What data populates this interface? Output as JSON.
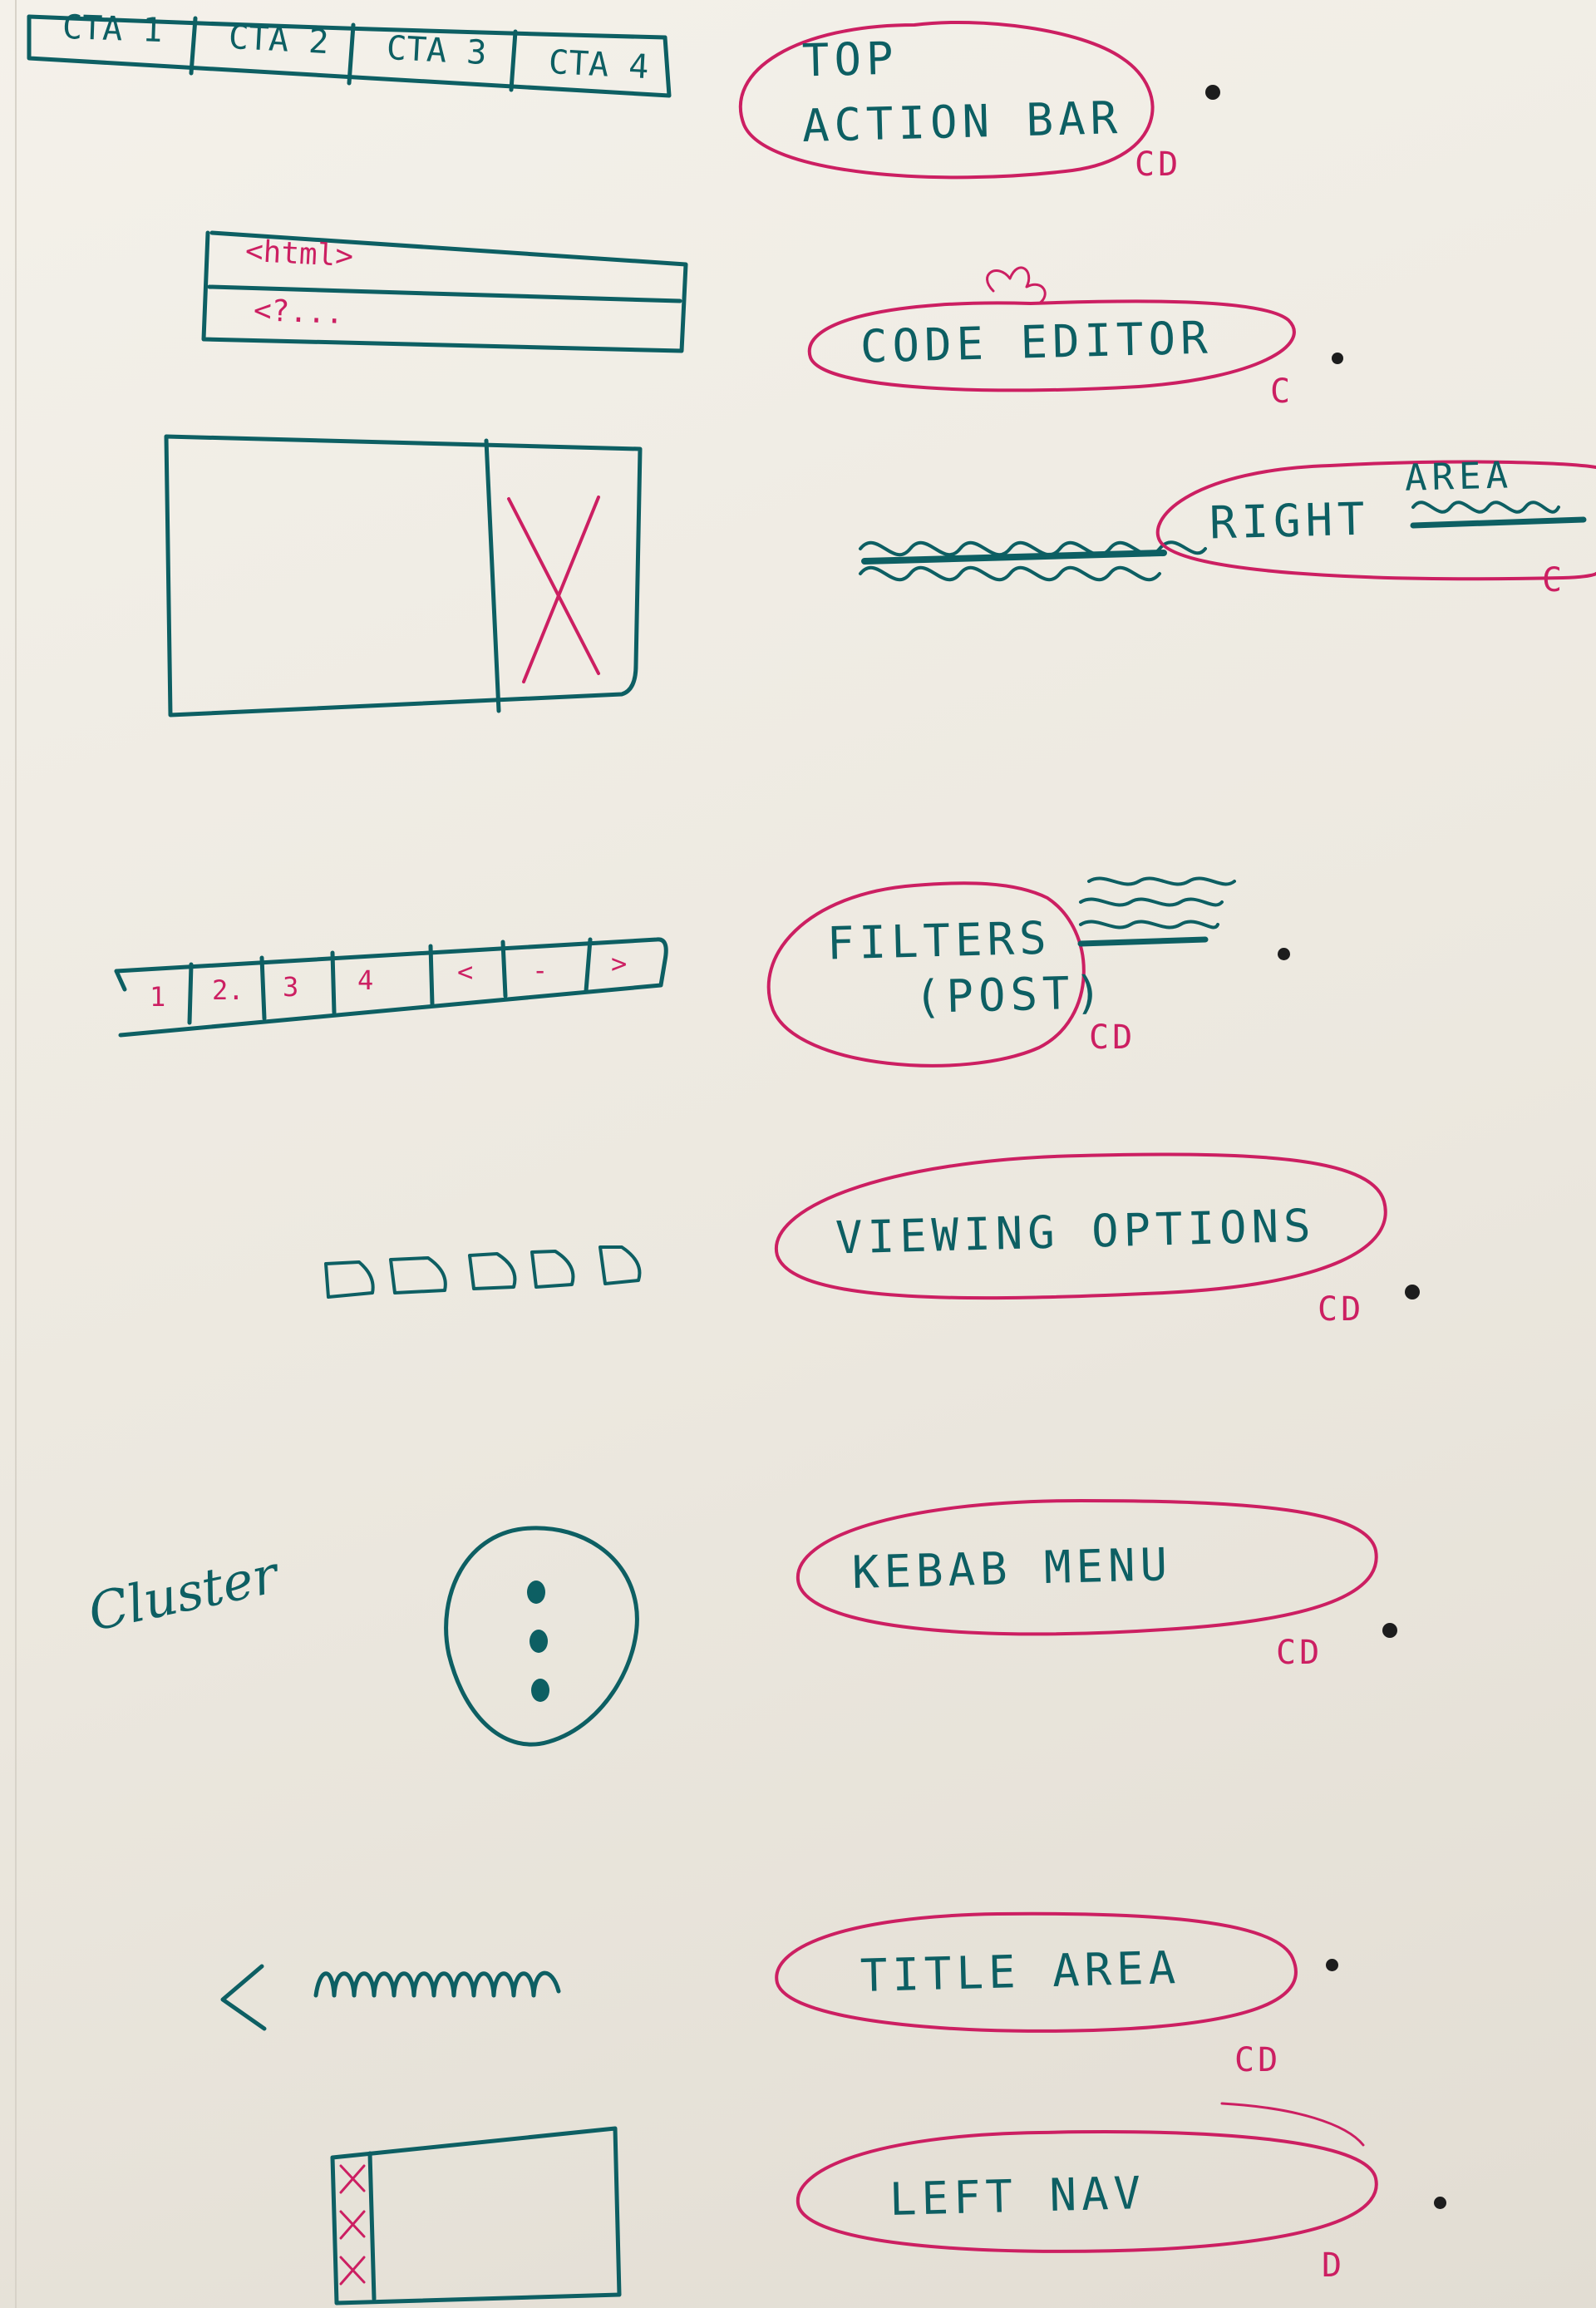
{
  "sketches": {
    "cta_bar": {
      "labels": [
        "CTA 1",
        "CTA 2",
        "CTA 3",
        "CTA 4"
      ]
    },
    "code_editor": {
      "line1": "<html>",
      "line2": "<?..."
    },
    "filters": {
      "cells": [
        "1",
        "2.",
        "3",
        "4",
        "<",
        "-",
        ">"
      ]
    },
    "cluster": {
      "label": "Cluster"
    }
  },
  "annotations": [
    {
      "id": "top_action_bar",
      "line1": "TOP",
      "line2": "ACTION BAR",
      "mark": "CD"
    },
    {
      "id": "code_editor",
      "line1": "CODE EDITOR",
      "mark": "C"
    },
    {
      "id": "right_area",
      "line1": "RIGHT",
      "line2": "AREA",
      "mark": "C"
    },
    {
      "id": "filters",
      "line1": "FILTERS",
      "line2": "(POST)",
      "mark": "CD"
    },
    {
      "id": "viewing_options",
      "line1": "VIEWING OPTIONS",
      "mark": "CD"
    },
    {
      "id": "kebab_menu",
      "line1": "KEBAB MENU",
      "mark": "CD"
    },
    {
      "id": "title_area",
      "line1": "TITLE AREA",
      "mark": "CD"
    },
    {
      "id": "left_nav",
      "line1": "LEFT NAV",
      "mark": "D"
    }
  ],
  "colors": {
    "ink": "#0d5f63",
    "marker": "#cc1f62",
    "paper": "#f2efe8"
  }
}
